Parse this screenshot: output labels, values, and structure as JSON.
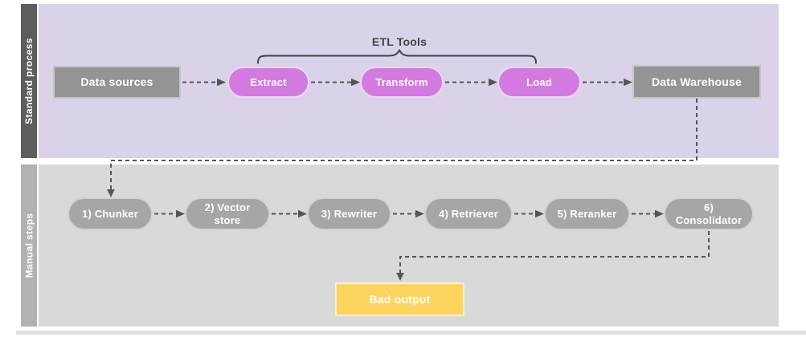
{
  "diagram": {
    "brace_label": "ETL Tools",
    "lanes": [
      {
        "label": "Standard process"
      },
      {
        "label": "Manual steps"
      }
    ],
    "standard_process": {
      "data_sources": "Data sources",
      "extract": "Extract",
      "transform": "Transform",
      "load": "Load",
      "data_warehouse": "Data Warehouse"
    },
    "manual_steps": {
      "chunker": "1) Chunker",
      "vector_store": "2) Vector store",
      "rewriter": "3) Rewriter",
      "retriever": "4) Retriever",
      "reranker": "5) Reranker",
      "consolidator": "6) Consolidator",
      "bad_output": "Bad output"
    }
  },
  "colors": {
    "lane1_bar": "#5d5d5d",
    "lane1_bg": "#d9d2e9",
    "lane2_bar": "#b2b2b2",
    "lane2_bg": "#d9d9d9",
    "gray_node": "#949494",
    "gray_node_border": "#c5c5c5",
    "magenta_pill": "#d37ae0",
    "magenta_pill_border": "#efd6f5",
    "gray_pill": "#a6a6a6",
    "gray_pill_border": "#d2d2d2",
    "yellow_node": "#fdd45e",
    "yellow_node_border": "#fcf0cd",
    "connector": "#555555",
    "brace_color": "#424242",
    "divider": "#dfdfdf"
  }
}
